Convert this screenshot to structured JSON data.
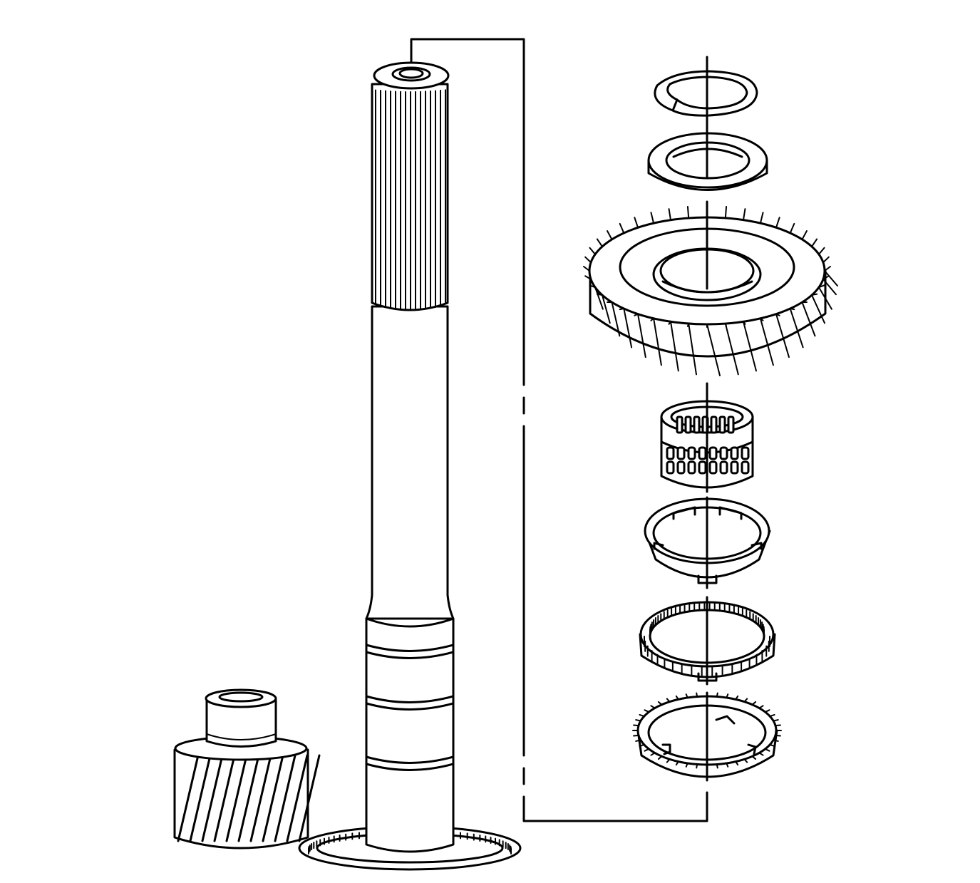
{
  "diagram": {
    "components": [
      "main-shaft",
      "snap-ring",
      "thrust-washer",
      "helical-gear",
      "needle-bearing",
      "blocker-ring",
      "synchronizer-cone",
      "synchronizer-outer-ring",
      "pinion-gear",
      "bearing-race"
    ],
    "colors": {
      "line": "#000000",
      "background": "#ffffff"
    }
  }
}
